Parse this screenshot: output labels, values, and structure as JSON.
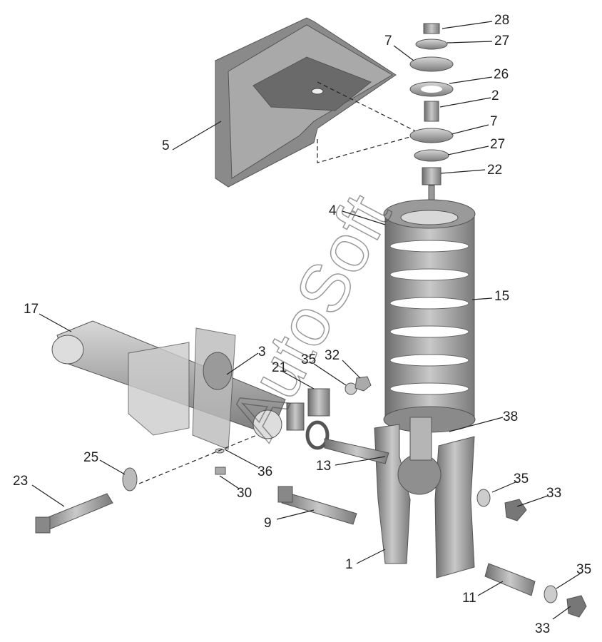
{
  "watermark": "AutoSoft",
  "labels": {
    "l28": "28",
    "l27a": "27",
    "l7a": "7",
    "l26": "26",
    "l2": "2",
    "l7b": "7",
    "l27b": "27",
    "l22": "22",
    "l5": "5",
    "l4": "4",
    "l15": "15",
    "l17": "17",
    "l3": "3",
    "l35a": "35",
    "l32": "32",
    "l21": "21",
    "l38": "38",
    "l25": "25",
    "l36": "36",
    "l13": "13",
    "l30": "30",
    "l23": "23",
    "l9": "9",
    "l35b": "35",
    "l33a": "33",
    "l1": "1",
    "l11": "11",
    "l35c": "35",
    "l33b": "33"
  }
}
